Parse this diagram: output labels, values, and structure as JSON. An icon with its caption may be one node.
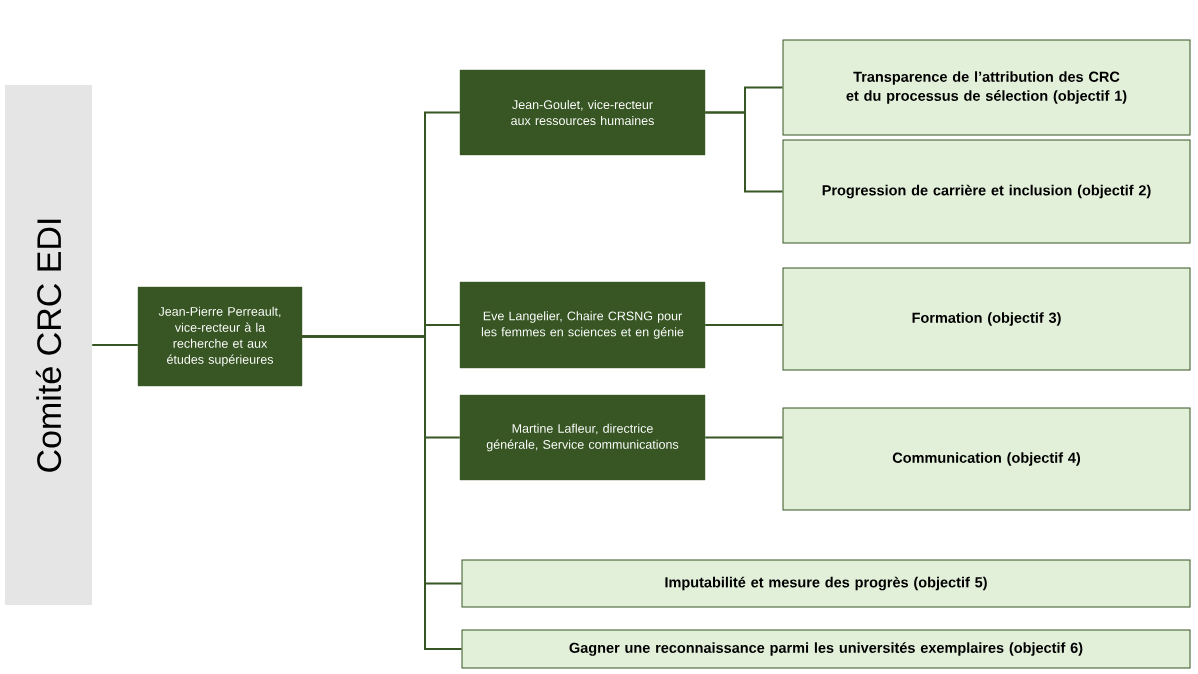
{
  "diagram": {
    "nodes": [
      {
        "text": [
          "Comité CRC EDI"
        ]
      },
      {
        "text": [
          "Jean-Pierre Perreault, vice-recteur à la recherche et aux études supérieures"
        ]
      },
      {
        "text": [
          "Jean-Goulet, vice-recteur aux ressources humaines"
        ]
      },
      {
        "text": [
          "Eve Langelier, Chaire CRSNG pour les femmes en sciences et en génie"
        ]
      },
      {
        "text": [
          "Martine Lafleur, directrice générale, Service communications"
        ]
      },
      {
        "text": [
          "Transparence de l’attribution des CRC et du processus de sélection (objectif 1)"
        ]
      },
      {
        "text": [
          "Progression de carrière et inclusion (objectif 2)"
        ]
      },
      {
        "text": [
          "Formation (objectif 3)"
        ]
      },
      {
        "text": [
          "Communication (objectif 4)"
        ]
      },
      {
        "text": [
          "Imputabilité et mesure des progrès (objectif 5)"
        ]
      },
      {
        "text": [
          "Gagner une reconnaissance parmi les universités exemplaires (objectif 6)"
        ]
      }
    ],
    "edges": [
      {
        "from": 0,
        "to": 1,
        "arrow": "none"
      },
      {
        "from": 1,
        "to": 2,
        "arrow": "none"
      },
      {
        "from": 1,
        "to": 3,
        "arrow": "none"
      },
      {
        "from": 1,
        "to": 4,
        "arrow": "none"
      },
      {
        "from": 1,
        "to": 9,
        "arrow": "none"
      },
      {
        "from": 1,
        "to": 10,
        "arrow": "none"
      },
      {
        "from": 2,
        "to": 5,
        "arrow": "none"
      },
      {
        "from": 2,
        "to": 6,
        "arrow": "none"
      },
      {
        "from": 3,
        "to": 7,
        "arrow": "none"
      },
      {
        "from": 4,
        "to": 8,
        "arrow": "none"
      }
    ]
  }
}
